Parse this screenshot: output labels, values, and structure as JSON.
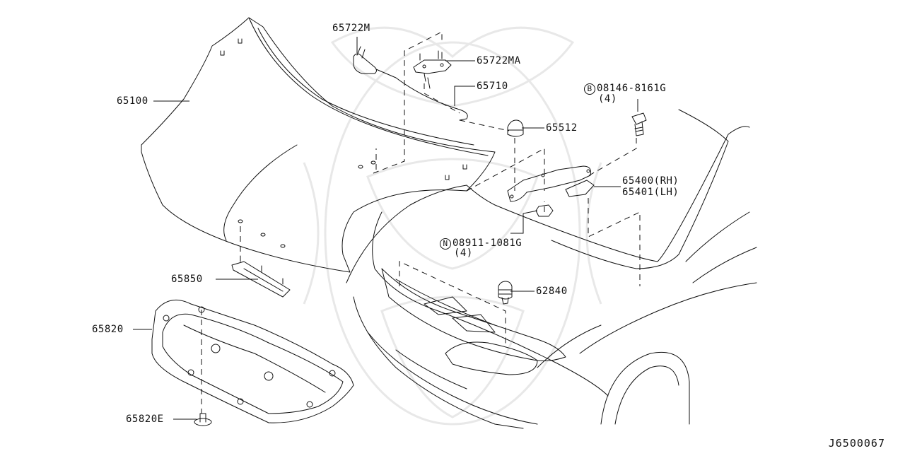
{
  "parts": {
    "p65722m": "65722M",
    "p65722ma": "65722MA",
    "p65710": "65710",
    "p65512": "65512",
    "p65100": "65100",
    "bolt_prefix": "B",
    "bolt_number": "08146-8161G",
    "bolt_qty": "(4)",
    "p65400": "65400(RH)",
    "p65401": "65401(LH)",
    "nut_prefix": "N",
    "nut_number": "08911-1081G",
    "nut_qty": "(4)",
    "p62840": "62840",
    "p65850": "65850",
    "p65820": "65820",
    "p65820e": "65820E"
  },
  "diagram_code": "J6500067",
  "colors": {
    "line": "#111111",
    "watermark": "#e6e6e6"
  }
}
